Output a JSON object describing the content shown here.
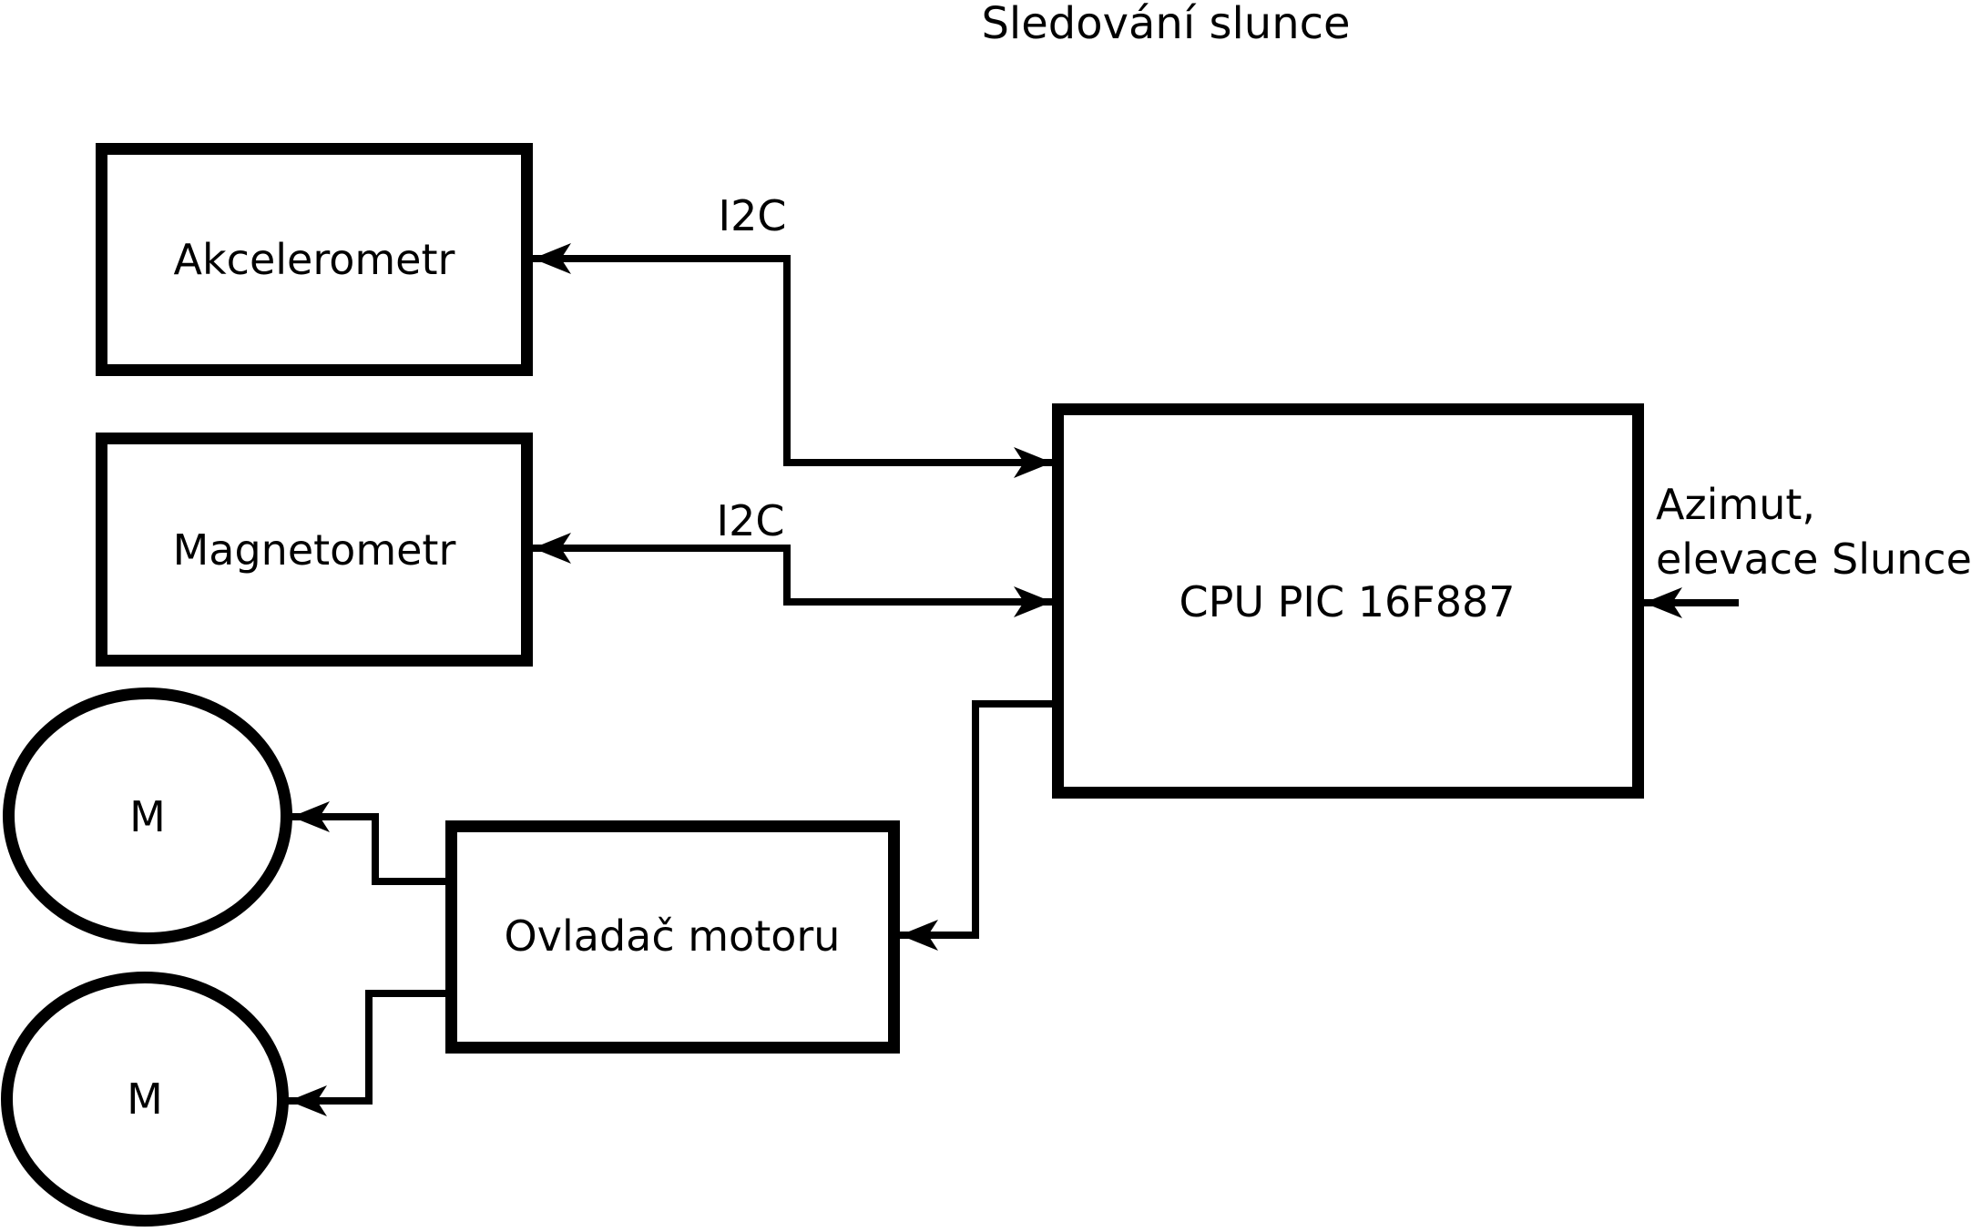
{
  "title": "Sledování slunce",
  "colors": {
    "ink": "#000000",
    "background": "#ffffff"
  },
  "blocks": {
    "akcelerometr": {
      "label": "Akcelerometr"
    },
    "magnetometr": {
      "label": "Magnetometr"
    },
    "cpu": {
      "label": "CPU PIC 16F887"
    },
    "motor_driver": {
      "label": "Ovladač motoru"
    },
    "motor_top": {
      "label": "M"
    },
    "motor_bottom": {
      "label": "M"
    }
  },
  "connections": {
    "i2c_akcelerometr": {
      "label": "I2C"
    },
    "i2c_magnetometr": {
      "label": "I2C"
    },
    "sun_position_input": {
      "line1": "Azimut,",
      "line2": "elevace Slunce"
    }
  }
}
